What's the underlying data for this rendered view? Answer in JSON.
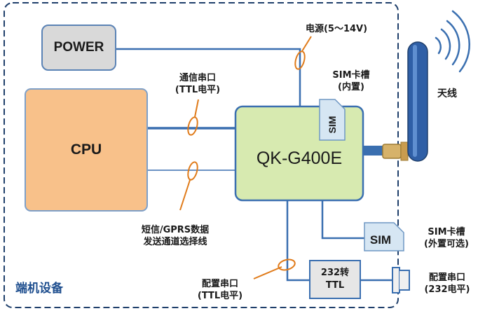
{
  "blocks": {
    "power": "POWER",
    "cpu": "CPU",
    "module": "QK-G400E",
    "sim_internal": "SIM",
    "sim_external": "SIM",
    "converter_line1": "232转",
    "converter_line2": "TTL"
  },
  "labels": {
    "power_supply": "电源(5～14V)",
    "serial_ttl_line1": "通信串口",
    "serial_ttl_line2": "(TTL电平)",
    "sim_internal_line1": "SIM卡槽",
    "sim_internal_line2": "(内置)",
    "antenna": "天线",
    "sms_gprs_line1": "短信/GPRS数据",
    "sms_gprs_line2": "发送通道选择线",
    "sim_external_line1": "SIM卡槽",
    "sim_external_line2": "(外置可选)",
    "config_ttl_line1": "配置串口",
    "config_ttl_line2": "(TTL电平)",
    "config_232_line1": "配置串口",
    "config_232_line2": "(232电平)",
    "terminal_device": "端机设备"
  },
  "colors": {
    "border": "#1f3f6b",
    "line": "#3a6fb0",
    "module_fill": "#d7eab0",
    "cpu_fill": "#f8c18a",
    "power_fill": "#d9d9d9",
    "marker": "#e07b1a",
    "label_blue": "#1f4f8f"
  }
}
